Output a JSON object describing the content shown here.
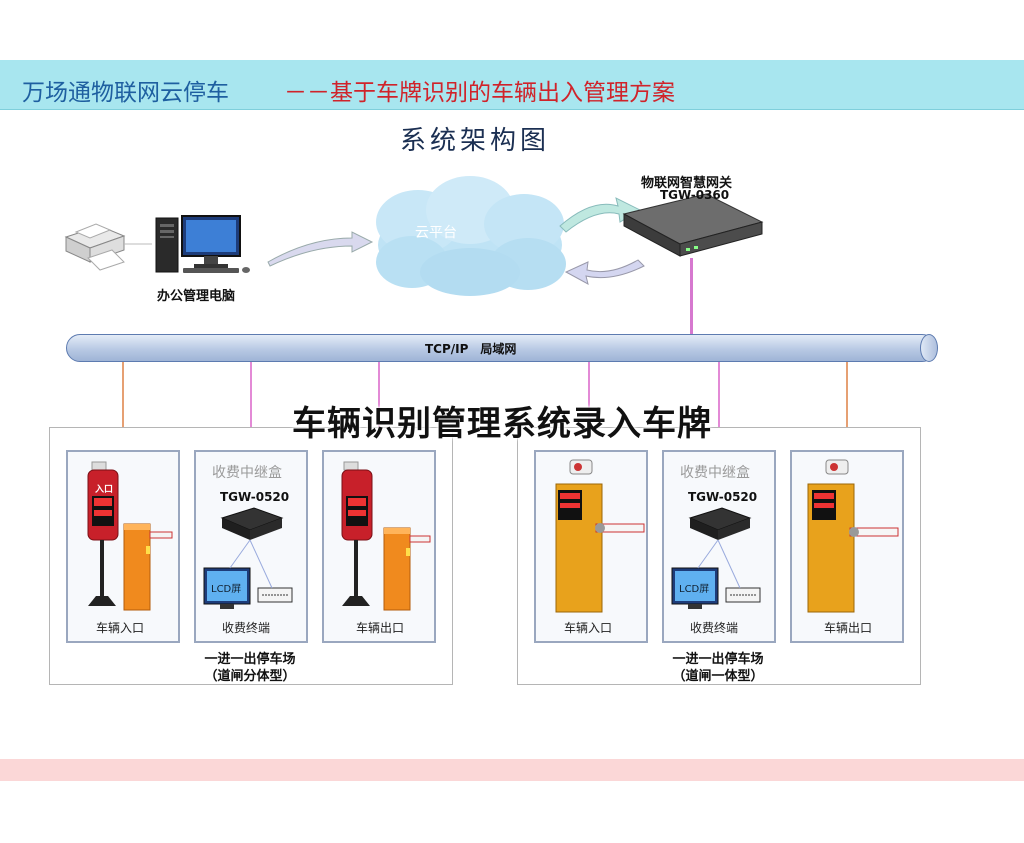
{
  "header": {
    "title_left": "万场通物联网云停车",
    "title_right": "－－基于车牌识别的车辆出入管理方案"
  },
  "diagram": {
    "title": "系统架构图",
    "office_pc_label": "办公管理电脑",
    "cloud_label": "云平台",
    "gateway_name": "物联网智慧网关",
    "gateway_model": "TGW-0360",
    "bus_label": "TCP/IP　局域网"
  },
  "overlay_title": "车辆识别管理系统录入车牌",
  "groups": [
    {
      "entry_label": "车辆入口",
      "relay_title": "收费中继盒",
      "relay_model": "TGW-0520",
      "lcd_label": "LCD屏",
      "terminal_label": "收费终端",
      "exit_label": "车辆出口",
      "caption_line1": "一进一出停车场",
      "caption_line2": "（道闸分体型）",
      "sign_text": "入口"
    },
    {
      "entry_label": "车辆入口",
      "relay_title": "收费中继盒",
      "relay_model": "TGW-0520",
      "lcd_label": "LCD屏",
      "terminal_label": "收费终端",
      "exit_label": "车辆出口",
      "caption_line1": "一进一出停车场",
      "caption_line2": "（道闸一体型）"
    }
  ],
  "colors": {
    "header_bg": "#a8e6ef",
    "header_left": "#1e5fa0",
    "header_right": "#d0232a",
    "footer_bg": "#fbd7d7",
    "cloud": "#bfe3f5",
    "connector_pink": "#e38ad6",
    "kiosk_red": "#c8202a",
    "barrier_orange": "#f08a1e",
    "kiosk_yellow": "#e8a21c"
  }
}
